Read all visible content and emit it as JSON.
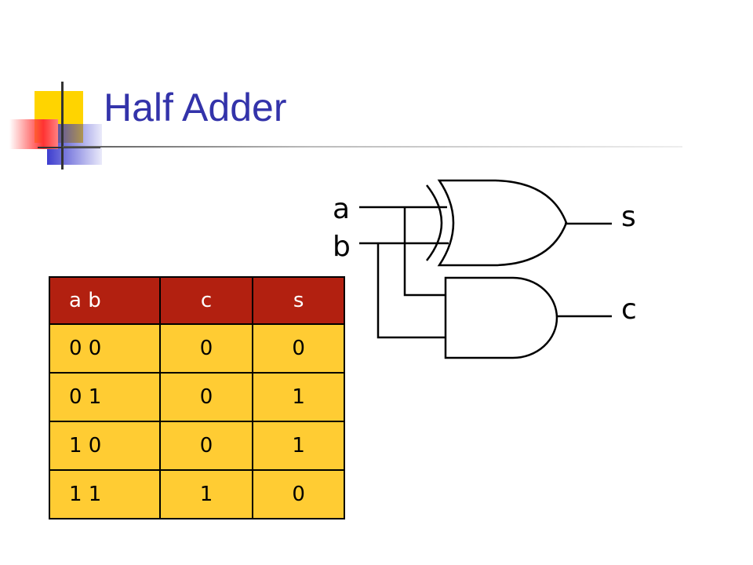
{
  "slide": {
    "title": "Half Adder"
  },
  "truth_table": {
    "headers": [
      "a  b",
      "c",
      "s"
    ],
    "rows": [
      [
        "0  0",
        "0",
        "0"
      ],
      [
        "0  1",
        "0",
        "1"
      ],
      [
        "1  0",
        "0",
        "1"
      ],
      [
        "1  1",
        "1",
        "0"
      ]
    ],
    "header_color": "#b22010",
    "row_color": "#ffcc33"
  },
  "circuit": {
    "input_labels": {
      "a": "a",
      "b": "b"
    },
    "output_labels": {
      "s": "s",
      "c": "c"
    },
    "gates": [
      {
        "type": "XOR",
        "inputs": [
          "a",
          "b"
        ],
        "output": "s"
      },
      {
        "type": "AND",
        "inputs": [
          "a",
          "b"
        ],
        "output": "c"
      }
    ]
  },
  "colors": {
    "title": "#3333aa",
    "logo_yellow": "#ffd400",
    "logo_blue": "#3333cc",
    "logo_red": "#ff3333"
  }
}
